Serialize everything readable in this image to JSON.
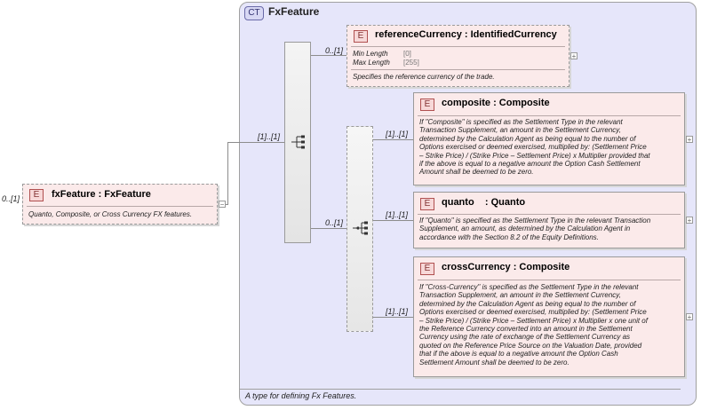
{
  "root": {
    "badge": "E",
    "cardinality": "0..[1]",
    "title": "fxFeature : FxFeature",
    "description": "Quanto, Composite, or Cross Currency FX features.",
    "collapse": "−"
  },
  "complex_type": {
    "badge": "CT",
    "name": "FxFeature",
    "description": "A type for defining Fx Features."
  },
  "sequence": {
    "cardinality": "[1]..[1]",
    "icon": "sequence-icon"
  },
  "choice": {
    "cardinality": "0..[1]",
    "icon": "choice-icon"
  },
  "elements": {
    "reference_currency": {
      "badge": "E",
      "cardinality": "0..[1]",
      "title": "referenceCurrency : IdentifiedCurrency",
      "facets": [
        {
          "label": "Min Length",
          "value": "[0]"
        },
        {
          "label": "Max Length",
          "value": "[255]"
        }
      ],
      "description": "Specifies the reference currency of the trade.",
      "expand": "+"
    },
    "composite": {
      "badge": "E",
      "cardinality": "[1]..[1]",
      "title": "composite : Composite",
      "description_lines": [
        "If \"Composite\" is specified as the Settlement Type in the relevant",
        "Transaction Supplement, an amount in the Settlement Currency,",
        "determined by the Calculation Agent as being equal to the number of",
        "Options exercised or deemed exercised, multiplied by: (Settlement Price",
        "– Strike Price) / (Strike Price – Settlement Price) x Multiplier provided that",
        "if the above is equal to a negative amount the Option Cash Settlement",
        "Amount shall be deemed to be zero."
      ],
      "expand": "+"
    },
    "quanto": {
      "badge": "E",
      "cardinality": "[1]..[1]",
      "title": "quanto    : Quanto",
      "description_lines": [
        "If \"Quanto\" is specified as the Settlement Type in the relevant Transaction",
        "Supplement, an amount, as determined by the Calculation Agent in",
        "accordance with the Section 8.2 of the Equity Definitions."
      ],
      "expand": "+"
    },
    "cross_currency": {
      "badge": "E",
      "cardinality": "[1]..[1]",
      "title": "crossCurrency : Composite",
      "description_lines": [
        "If \"Cross-Currency\" is specified as the Settlement Type in the relevant",
        "Transaction Supplement, an amount in the Settlement Currency,",
        "determined by the Calculation Agent as being equal to the number of",
        "Options exercised or deemed exercised, multiplied by: (Settlement Price",
        "– Strike Price) / (Strike Price – Settlement Price) x Multiplier x one unit of",
        "the Reference Currency converted into an amount in the Settlement",
        "Currency using the rate of exchange of the Settlement Currency as",
        "quoted on the Reference Price Source on the Valuation Date, provided",
        "that if the above is equal to a negative amount the Option Cash",
        "Settlement Amount shall be deemed to be zero."
      ],
      "expand": "+"
    }
  }
}
